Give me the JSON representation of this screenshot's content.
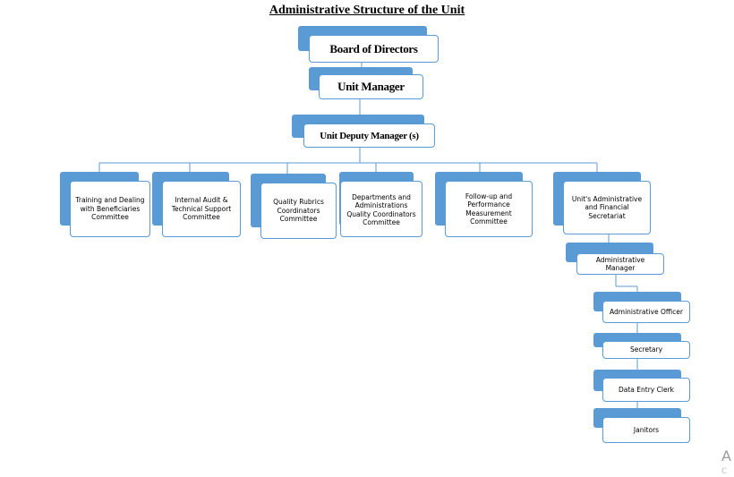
{
  "title": "Administrative Structure of the Unit",
  "colors": {
    "accent": "#5b9bd5",
    "line": "#5b9bd5",
    "box": "#ffffff"
  },
  "nodes": {
    "board": "Board of Directors",
    "unit_manager": "Unit Manager",
    "deputy": "Unit Deputy Manager (s)",
    "committees": [
      "Training and Dealing with Beneficiaries Committee",
      "Internal Audit & Technical Support Committee",
      "Quality Rubrics Coordinators Committee",
      "Departments and Administrations Quality Coordinators Committee",
      "Follow-up and Performance Measurement Committee",
      "Unit's Administrative and Financial Secretariat"
    ],
    "admin_chain": [
      "Administrative Manager",
      "Administrative Officer",
      "Secretary",
      "Data Entry Clerk",
      "Janitors"
    ]
  },
  "corner_glyph": "A",
  "corner_glyph2": "C"
}
